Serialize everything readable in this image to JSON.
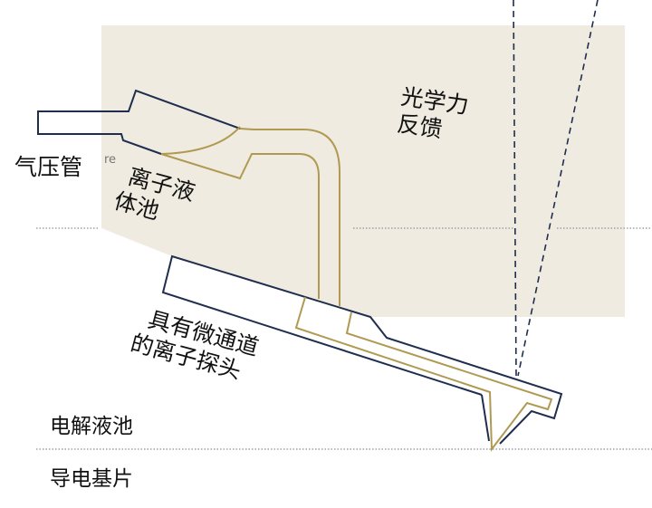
{
  "colors": {
    "background_panel": "#efebe0",
    "probe_outline": "#1f2d4e",
    "channel": "#b09a52",
    "dotted": "#8a8f9c"
  },
  "labels": {
    "optical_feedback_line1": "光学力",
    "optical_feedback_line2": "反馈",
    "air_pressure_tube": "气压管",
    "residual_text": "re",
    "ion_reservoir_line1": "离子液",
    "ion_reservoir_line2": "体池",
    "probe_line1": "具有微通道",
    "probe_line2": "的离子探头",
    "electrolyte_pool": "电解液池",
    "conductive_substrate": "导电基片"
  }
}
